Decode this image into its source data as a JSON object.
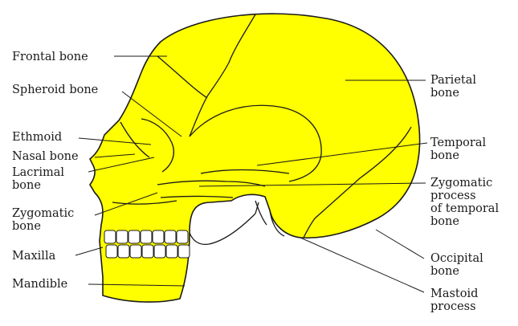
{
  "colors": {
    "bone_fill": "#ffff00",
    "outline": "#1a1a1a",
    "teeth": "#ffffff"
  },
  "labels": {
    "frontal_bone": [
      "Frontal bone"
    ],
    "sphenoid_bone": [
      "Spheroid bone"
    ],
    "ethmoid": [
      "Ethmoid"
    ],
    "nasal_bone": [
      "Nasal bone"
    ],
    "lacrimal_bone": [
      "Lacrimal",
      "bone"
    ],
    "zygomatic_bone": [
      "Zygomatic",
      "bone"
    ],
    "maxilla": [
      "Maxilla"
    ],
    "mandible": [
      "Mandible"
    ],
    "parietal_bone": [
      "Parietal",
      "bone"
    ],
    "temporal_bone": [
      "Temporal",
      "bone"
    ],
    "zygomatic_process": [
      "Zygomatic",
      "process",
      "of temporal",
      "bone"
    ],
    "occipital_bone": [
      "Occipital",
      "bone"
    ],
    "mastoid_process": [
      "Mastoid",
      "process"
    ]
  }
}
